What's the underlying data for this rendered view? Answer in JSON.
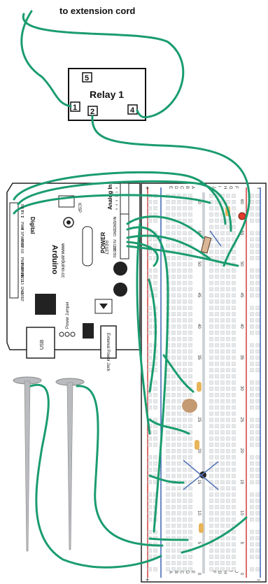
{
  "header": {
    "caption": "to extension cord"
  },
  "relay": {
    "title": "Relay 1",
    "pins": [
      "5",
      "1",
      "2",
      "4"
    ]
  },
  "arduino": {
    "brand": "Arduino",
    "url": "www.arduino.cc",
    "digital": "Digital",
    "analog": "Analog In",
    "power": "POWER",
    "usb": "USB",
    "power_jumper": "Power Jumper",
    "ext_power": "External Power Jack",
    "reset": "RESET",
    "icsp": "ICSP",
    "pwr_labels": [
      "RESET",
      "3V3",
      "5V",
      "GND",
      "GND",
      "VIN"
    ],
    "dig_labels": [
      "RX 0",
      "TX 1",
      "2",
      "PWM 3",
      "4",
      "PWM 5",
      "PWM 6",
      "7",
      "8",
      "PWM 9",
      "PWM 10",
      "PWM 11",
      "12",
      "13",
      "GND",
      "AREF"
    ],
    "analog_labels": [
      "0",
      "1",
      "2",
      "3",
      "4",
      "5"
    ]
  },
  "breadboard": {
    "col_letters_left": [
      "A",
      "B",
      "C",
      "D",
      "E"
    ],
    "col_letters_right": [
      "F",
      "G",
      "H",
      "I",
      "J"
    ],
    "row_numbers": [
      "60",
      "55",
      "50",
      "45",
      "40",
      "35",
      "30",
      "25",
      "20",
      "15",
      "10",
      "5",
      "0"
    ],
    "rail_plus": "+",
    "rail_minus": "−"
  },
  "colors": {
    "wire": "#1a9c6e",
    "board": "#ffffff",
    "rail_red": "#d23c3c",
    "rail_blue": "#3c62b4",
    "led": "#e03b2b",
    "resistor": "#e8b45a",
    "nail": "#b9bbbf"
  }
}
